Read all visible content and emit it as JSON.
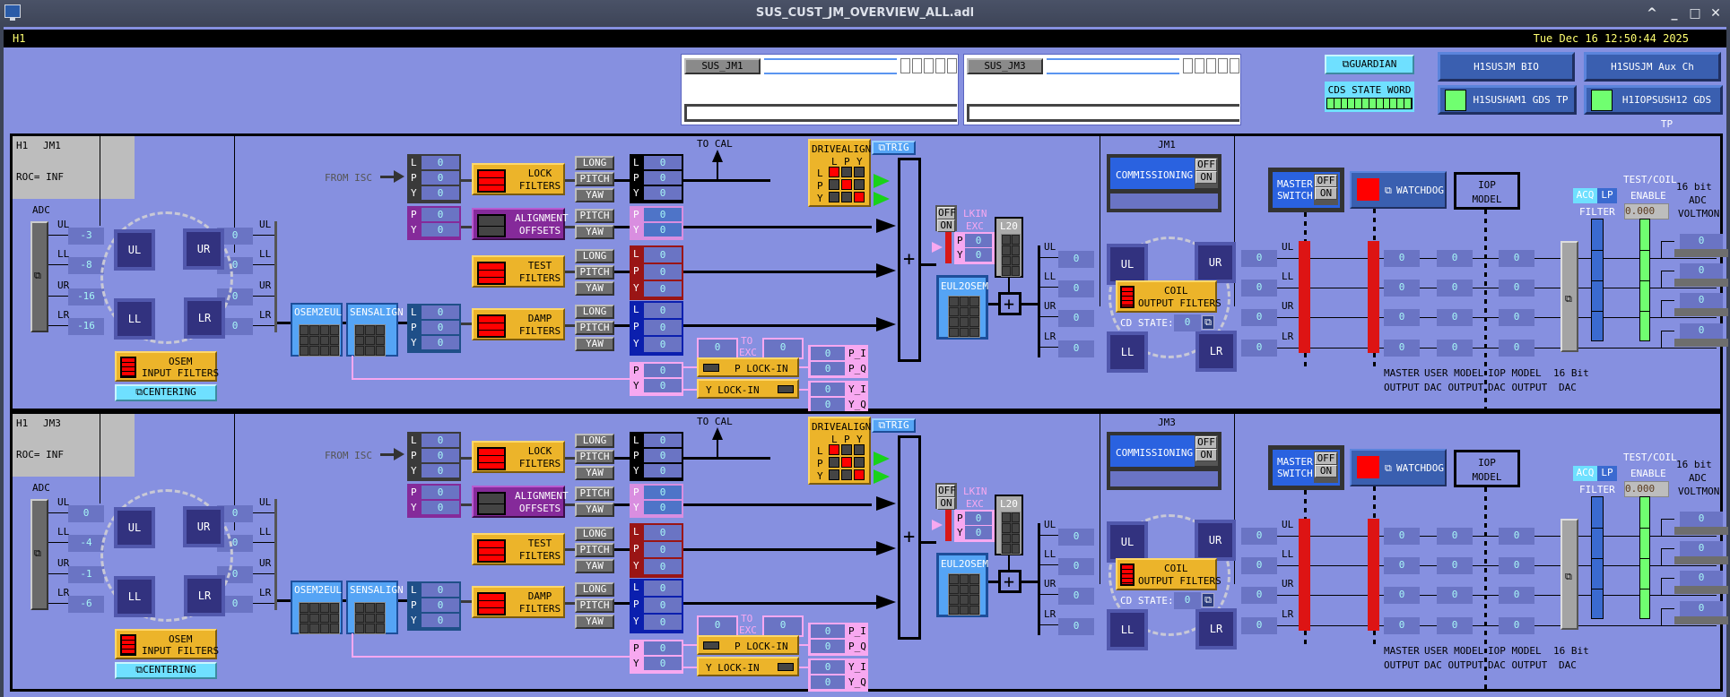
{
  "window": {
    "title": "SUS_CUST_JM_OVERVIEW_ALL.adl",
    "controls": [
      "^",
      "_",
      "□",
      "✕"
    ]
  },
  "header": {
    "ifo": "H1",
    "datetime": "Tue Dec 16 12:50:44 2025"
  },
  "guardian_panels": [
    {
      "button": "SUS_JM1"
    },
    {
      "button": "SUS_JM3"
    }
  ],
  "top_right": {
    "guardian_button": "GUARDIAN",
    "cds_state_word": "CDS STATE WORD",
    "cds_bits": 12,
    "bio_button": "H1SUSJM BIO",
    "aux_button": "H1SUSJM Aux Ch",
    "gds_tp_1": "H1SUSHAM1 GDS TP",
    "gds_tp_2": "H1IOPSUSH12 GDS TP",
    "status_color": "#70ff70"
  },
  "common": {
    "adc": "ADC",
    "roc": "ROC= INF",
    "from_isc": "FROM ISC",
    "to_cal": "TO CAL",
    "osem_input_filters": [
      "OSEM",
      "INPUT FILTERS"
    ],
    "centering": "CENTERING",
    "osem2eul": "OSEM2EUL",
    "sensalign": "SENSALIGN",
    "lock_filters": [
      "LOCK",
      "FILTERS"
    ],
    "alignment_offsets": [
      "ALIGNMENT",
      "OFFSETS"
    ],
    "test_filters": [
      "TEST",
      "FILTERS"
    ],
    "damp_filters": [
      "DAMP",
      "FILTERS"
    ],
    "dof_buttons_lpy": [
      "LONG",
      "PITCH",
      "YAW"
    ],
    "dof_buttons_py": [
      "PITCH",
      "YAW"
    ],
    "lpy": [
      "L",
      "P",
      "Y"
    ],
    "py": [
      "P",
      "Y"
    ],
    "drivealign": "DRIVEALIGN",
    "trig": "TRIG",
    "to_exc": [
      "TO",
      "EXC"
    ],
    "p_lockin": "P LOCK-IN",
    "y_lockin": "Y LOCK-IN",
    "lockin_labels": [
      "P_I",
      "P_Q",
      "Y_I",
      "Y_Q"
    ],
    "off": "OFF",
    "on": "ON",
    "lkin_exc": [
      "LKIN",
      "EXC"
    ],
    "eul2osem": "EUL2OSEM",
    "l20": "L20",
    "coils": [
      "UL",
      "LL",
      "UR",
      "LR"
    ],
    "commissioning": "COMMISSIONING",
    "coil_output_filters": [
      "COIL",
      "OUTPUT FILTERS"
    ],
    "cd_state": "CD STATE:",
    "master_switch": [
      "MASTER",
      "SWITCH"
    ],
    "watchdog": "WATCHDOG",
    "iop_model": [
      "IOP",
      "MODEL"
    ],
    "acq": "ACQ",
    "lp": "LP",
    "filter": "FILTER",
    "test_coil_enable": [
      "TEST/COIL",
      "ENABLE"
    ],
    "adc_voltmon": [
      "16 bit",
      "ADC",
      "VOLTMON"
    ],
    "col_labels": [
      [
        "MASTER",
        "OUTPUT"
      ],
      [
        "USER MODEL",
        "DAC OUTPUT"
      ],
      [
        "IOP MODEL",
        "DAC OUTPUT"
      ],
      [
        "16 Bit",
        "DAC"
      ]
    ]
  },
  "sections": [
    {
      "ifo": "H1",
      "optic": "JM1",
      "adc_in": [
        "-3",
        "-8",
        "-16",
        "-16"
      ],
      "osem_out": [
        "0",
        "0",
        "0",
        "0"
      ],
      "isc_in": [
        "0",
        "0",
        "0"
      ],
      "align_in": [
        "0",
        "0"
      ],
      "sens_out": [
        "0",
        "0",
        "0"
      ],
      "lock_out": [
        "0",
        "0",
        "0"
      ],
      "align_out": [
        "0",
        "0"
      ],
      "test_out": [
        "0",
        "0",
        "0"
      ],
      "damp_out": [
        "0",
        "0",
        "0"
      ],
      "olpy_in": [
        "0",
        "0"
      ],
      "to_exc": [
        "0",
        "0"
      ],
      "lockin_out": [
        "0",
        "0",
        "0",
        "0"
      ],
      "lkin_exc": [
        "0",
        "0"
      ],
      "eul_out": [
        "0",
        "0",
        "0",
        "0"
      ],
      "cd_state": "0",
      "coil_in": [
        "0",
        "0",
        "0",
        "0"
      ],
      "master_out": [
        "0",
        "0",
        "0",
        "0"
      ],
      "user_dac": [
        "0",
        "0",
        "0",
        "0"
      ],
      "iop_dac": [
        "0",
        "0",
        "0",
        "0"
      ],
      "test_coil_enable": "0.000",
      "voltmon": [
        "0",
        "0",
        "0",
        "0"
      ]
    },
    {
      "ifo": "H1",
      "optic": "JM3",
      "adc_in": [
        "0",
        "-4",
        "-1",
        "-6"
      ],
      "osem_out": [
        "0",
        "0",
        "0",
        "0"
      ],
      "isc_in": [
        "0",
        "0",
        "0"
      ],
      "align_in": [
        "0",
        "0"
      ],
      "sens_out": [
        "0",
        "0",
        "0"
      ],
      "lock_out": [
        "0",
        "0",
        "0"
      ],
      "align_out": [
        "0",
        "0"
      ],
      "test_out": [
        "0",
        "0",
        "0"
      ],
      "damp_out": [
        "0",
        "0",
        "0"
      ],
      "olpy_in": [
        "0",
        "0"
      ],
      "to_exc": [
        "0",
        "0"
      ],
      "lockin_out": [
        "0",
        "0",
        "0",
        "0"
      ],
      "lkin_exc": [
        "0",
        "0"
      ],
      "eul_out": [
        "0",
        "0",
        "0",
        "0"
      ],
      "cd_state": "0",
      "coil_in": [
        "0",
        "0",
        "0",
        "0"
      ],
      "master_out": [
        "0",
        "0",
        "0",
        "0"
      ],
      "user_dac": [
        "0",
        "0",
        "0",
        "0"
      ],
      "iop_dac": [
        "0",
        "0",
        "0",
        "0"
      ],
      "test_coil_enable": "0.000",
      "voltmon": [
        "0",
        "0",
        "0",
        "0"
      ]
    }
  ]
}
